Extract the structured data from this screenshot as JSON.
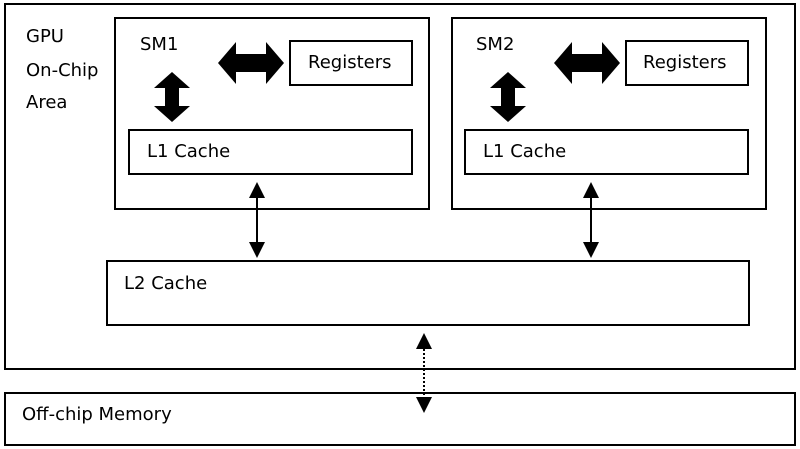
{
  "gpu_area": {
    "label_lines": [
      "GPU",
      "On-Chip",
      "Area"
    ]
  },
  "sm1": {
    "label": "SM1",
    "registers": "Registers",
    "l1": "L1 Cache"
  },
  "sm2": {
    "label": "SM2",
    "registers": "Registers",
    "l1": "L1 Cache"
  },
  "l2": {
    "label": "L2 Cache"
  },
  "offchip": {
    "label": "Off-chip Memory"
  }
}
